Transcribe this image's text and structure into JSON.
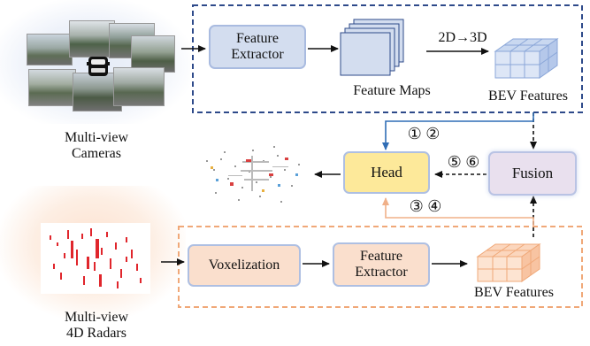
{
  "cameras": {
    "label_line1": "Multi-view",
    "label_line2": "Cameras"
  },
  "radars": {
    "label_line1": "Multi-view",
    "label_line2": "4D Radars"
  },
  "camera_branch": {
    "feature_extractor": {
      "line1": "Feature",
      "line2": "Extractor"
    },
    "feature_maps_label": "Feature Maps",
    "transform_label": "2D→3D",
    "bev_label": "BEV Features"
  },
  "radar_branch": {
    "voxelization": "Voxelization",
    "feature_extractor": {
      "line1": "Feature",
      "line2": "Extractor"
    },
    "bev_label": "BEV Features"
  },
  "head": "Head",
  "fusion": "Fusion",
  "paths": {
    "camera_to_head": "① ②",
    "radar_to_head": "③ ④",
    "fusion_to_head": "⑤ ⑥"
  },
  "colors": {
    "camera_border": "#2e4a8a",
    "radar_border": "#f0a878",
    "camera_arrow": "#2f6db5",
    "radar_arrow": "#f0b088",
    "head_fill": "#fde99a",
    "fusion_fill": "#e9e0ee"
  }
}
